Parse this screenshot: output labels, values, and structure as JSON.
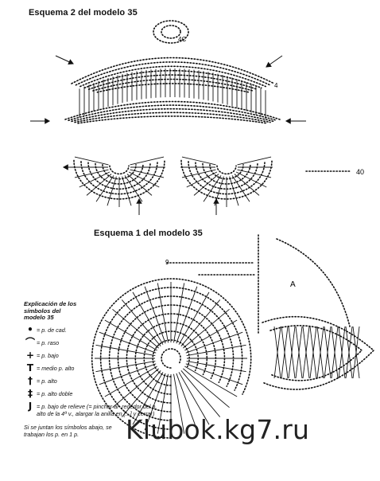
{
  "diagram": {
    "title_2": "Esquema 2 del modelo 35",
    "title_1": "Esquema 1 del modelo 35",
    "labels": {
      "n40": "40",
      "n4c": "4C",
      "n4": "4",
      "nA": "A",
      "n9": "9"
    }
  },
  "legend": {
    "heading": "Explicación de los símbolos del modelo 35",
    "items": [
      {
        "symbol": "•",
        "text": "= p. de cad."
      },
      {
        "symbol": "⌒",
        "text": "= p. raso"
      },
      {
        "symbol": "+",
        "text": "= p. bajo"
      },
      {
        "symbol": "T",
        "text": "= medio p. alto"
      },
      {
        "symbol": "†",
        "text": "= p. alto"
      },
      {
        "symbol": "‡",
        "text": "= p. alto doble"
      },
      {
        "symbol": "J",
        "text": "= p. bajo de relieve (= pinchar al- rededor del p. alto de la 4ª v., alargar la anilla en [...] y cerrar)"
      }
    ],
    "footer": "Si se juntan los símbolos abajo, se trabajan los p. en 1 p."
  },
  "watermark": "Klubok.kg7.ru"
}
